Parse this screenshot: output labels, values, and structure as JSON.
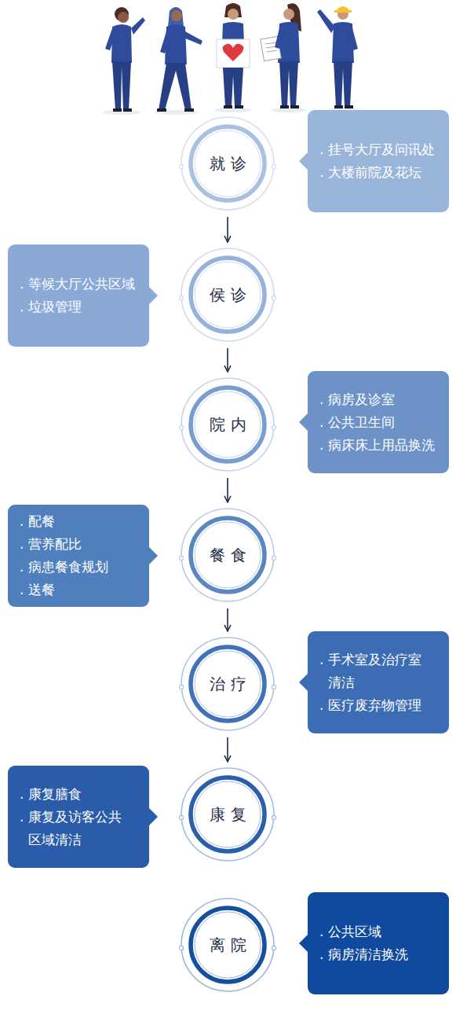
{
  "diagram": {
    "nodes": [
      {
        "text": [
          "就诊"
        ]
      },
      {
        "text": [
          ". 挂号大厅及问讯处",
          ". 大楼前院及花坛"
        ]
      },
      {
        "text": [
          "侯诊"
        ]
      },
      {
        "text": [
          ". 等候大厅公共区域",
          ". 垃圾管理"
        ]
      },
      {
        "text": [
          "院内"
        ]
      },
      {
        "text": [
          ". 病房及诊室",
          ". 公共卫生间",
          ". 病床床上用品换洗"
        ]
      },
      {
        "text": [
          "餐食"
        ]
      },
      {
        "text": [
          ". 配餐",
          ". 营养配比",
          ". 病患餐食规划",
          ". 送餐"
        ]
      },
      {
        "text": [
          "治疗"
        ]
      },
      {
        "text": [
          ". 手术室及治疗室 清洁",
          ". 医疗废弃物管理"
        ]
      },
      {
        "text": [
          "康复"
        ]
      },
      {
        "text": [
          ". 康复膳食",
          ". 康复及访客公共 区域清洁"
        ]
      },
      {
        "text": [
          "离院"
        ]
      },
      {
        "text": [
          ". 公共区域",
          ". 病房清洁换洗"
        ]
      }
    ],
    "edges": [
      {
        "from": 0,
        "to": 2,
        "arrow": "to"
      },
      {
        "from": 2,
        "to": 4,
        "arrow": "to"
      },
      {
        "from": 4,
        "to": 6,
        "arrow": "to"
      },
      {
        "from": 6,
        "to": 8,
        "arrow": "to"
      },
      {
        "from": 8,
        "to": 10,
        "arrow": "to"
      }
    ]
  }
}
